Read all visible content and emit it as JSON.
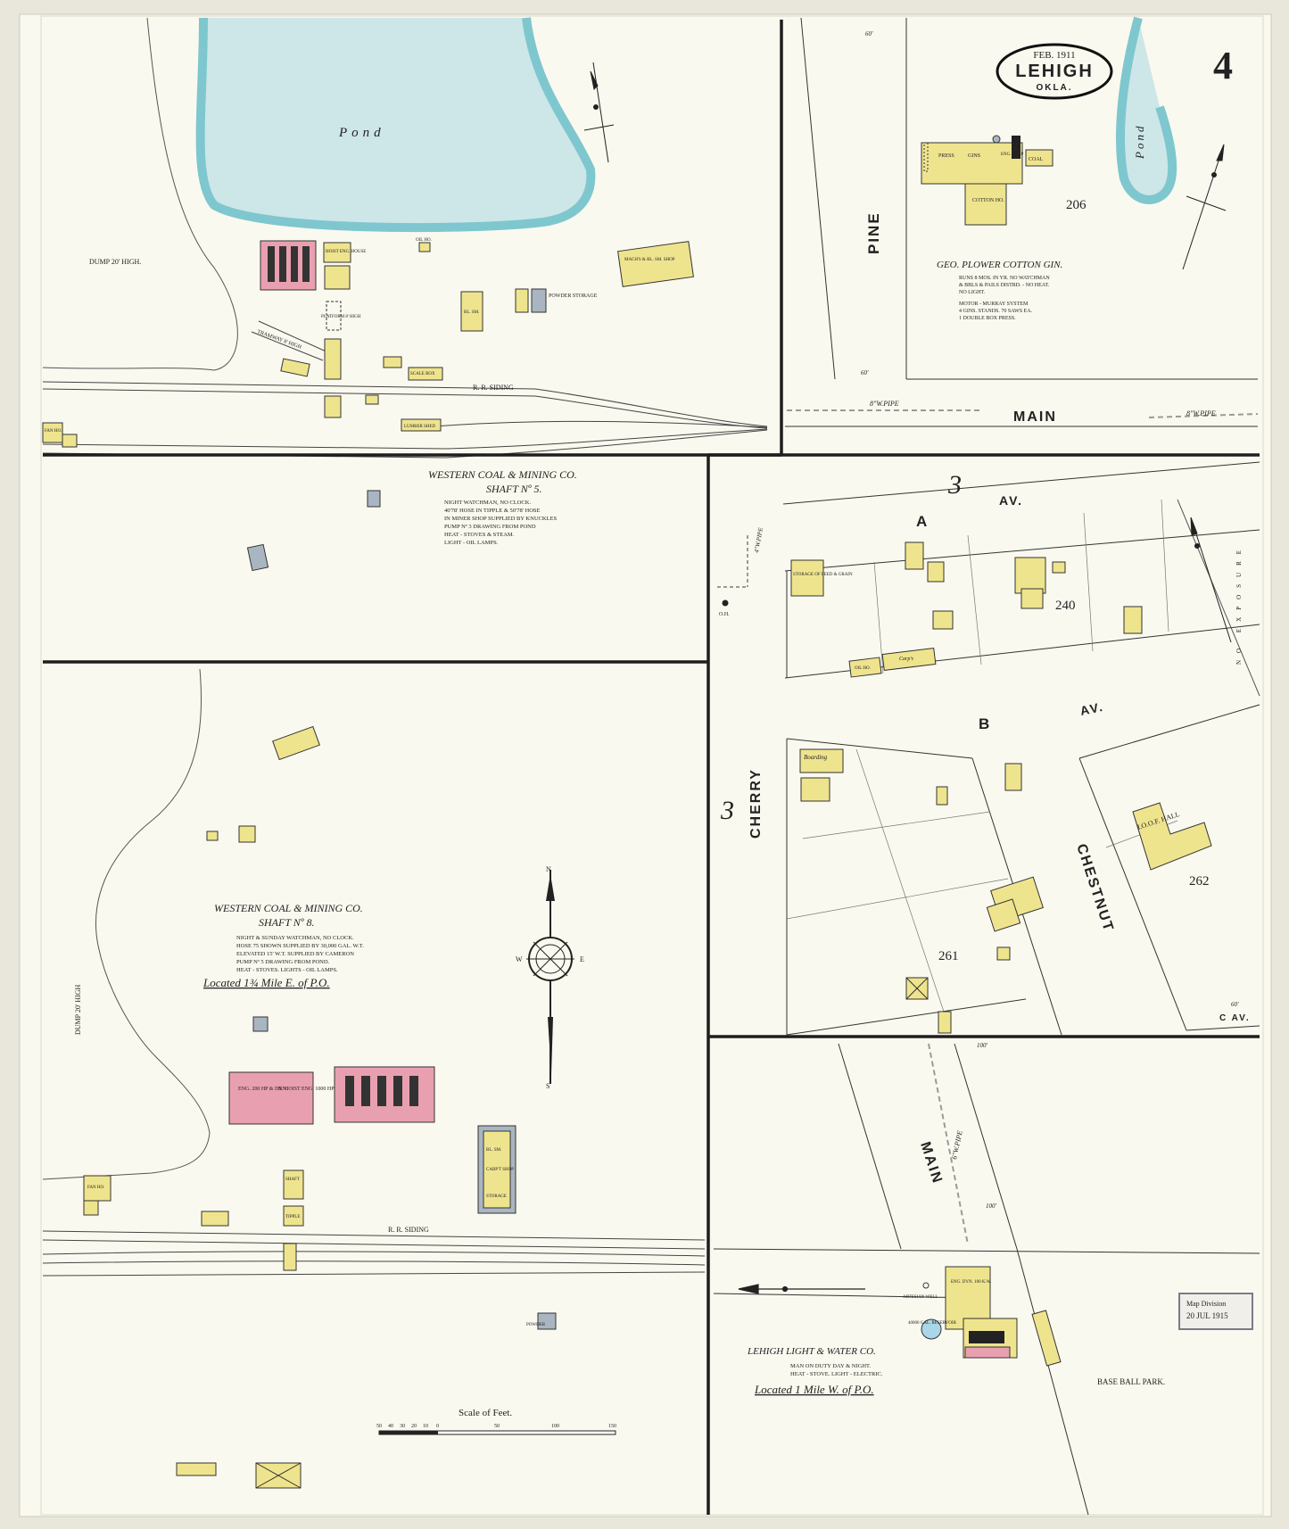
{
  "sheet": {
    "number": "4",
    "title_date": "FEB. 1911",
    "title_city": "LEHIGH",
    "title_state": "OKLA.",
    "map_division_stamp": "Map Division",
    "map_division_date": "20 JUL 1915"
  },
  "streets": {
    "pine": "PINE",
    "main_top": "MAIN",
    "a_ave_letter": "A",
    "a_ave_suffix": "AV.",
    "b_ave_letter": "B",
    "b_ave_suffix": "AV.",
    "c_ave": "C AV.",
    "cherry": "CHERRY",
    "chestnut": "CHESTNUT",
    "main_lower": "MAIN"
  },
  "water": {
    "pond_left": "Pond",
    "pond_right": "Pond"
  },
  "pipes": {
    "pipe_left": "8\"W.PIPE",
    "pipe_right": "8\"W.PIPE",
    "pipe_vertical": "4\"W.PIPE",
    "pipe_lower": "6\"W.PIPE"
  },
  "blocks": {
    "b206": "206",
    "b240": "240",
    "b261": "261",
    "b262": "262",
    "sheet_ref_1": "3",
    "sheet_ref_2": "3"
  },
  "shaft5": {
    "title_line1": "WESTERN COAL & MINING CO.",
    "title_line2": "SHAFT Nº 5.",
    "notes": [
      "NIGHT WATCHMAN, NO CLOCK.",
      "40'78' HOSE IN TIPPLE & 50'78' HOSE",
      "IN MINER SHOP SUPPLIED BY KNUCKLES",
      "PUMP Nº 3 DRAWING FROM POND",
      "HEAT - STOVES & STEAM.",
      "LIGHT - OIL LAMPS."
    ],
    "dump": "DUMP 20' HIGH.",
    "siding": "R. R. SIDING",
    "labels": {
      "hoist": "HOIST ENG. HOUSE",
      "powder": "POWDER STORAGE",
      "platform": "PLATFORM 8' HIGH",
      "tramway": "TRAMWAY 8' HIGH",
      "scale": "SCALE BOX",
      "lumber": "LUMBER SHED",
      "fan": "FAN HO.",
      "machine": "MACH'S & BL. SM. SHOP",
      "oil": "OIL HO.",
      "blacksmith": "BL. SM."
    }
  },
  "shaft8": {
    "title_line1": "WESTERN COAL & MINING CO.",
    "title_line2": "SHAFT Nº 8.",
    "notes": [
      "NIGHT & SUNDAY WATCHMAN, NO CLOCK.",
      "HOSE 75 SHOWN SUPPLIED BY 30,000 GAL. W.T.",
      "ELEVATED 15' W.T. SUPPLIED BY CAMERON",
      "PUMP Nº 5 DRAWING FROM POND.",
      "HEAT - STOVES. LIGHTS - OIL LAMPS."
    ],
    "located": "Located 1¾ Mile E. of P.O.",
    "dump": "DUMP 20' HIGH",
    "siding": "R. R. SIDING",
    "labels": {
      "engine": "ENG. 200 HP & DYN.",
      "hoist": "B. HOIST ENG. 1000 HP",
      "blacksmith": "BL. SM.",
      "carp": "CARP'T SHOP",
      "storage": "STORAGE",
      "fan": "FAN HO.",
      "powder": "POWDER",
      "shaft": "SHAFT",
      "tipple": "TIPPLE"
    }
  },
  "gin": {
    "title": "GEO. PLOWER COTTON GIN.",
    "notes": [
      "RUNS 8 MOS. IN YR. NO WATCHMAN",
      "& BBLS & PAILS DISTRD. - NO HEAT.",
      "NO LIGHT.",
      "MOTOR - MURRAY SYSTEM",
      "4 GINS. STANDS. 70 SAWS EA.",
      "1 DOUBLE BOX PRESS."
    ],
    "labels": {
      "press": "PRESS",
      "gins": "GINS",
      "cotton": "COTTON HO.",
      "coal": "COAL",
      "engine": "ENG. 35 HP"
    }
  },
  "town": {
    "boarding": "Boarding",
    "iof_hall": "I.O.O.F. HALL",
    "oil_ho": "OIL HO.",
    "carpt": "Carp'r.",
    "storage": "STORAGE OF FEED & GRAIN",
    "oh": "O.H.",
    "exposure": "NO EXPOSURE"
  },
  "light": {
    "title": "LEHIGH LIGHT & WATER CO.",
    "notes": [
      "MAN ON DUTY DAY & NIGHT.",
      "HEAT - STOVE. LIGHT - ELECTRIC."
    ],
    "located": "Located 1 Mile W. of P.O.",
    "artesian": "ARTESIAN WELL",
    "reservoir": "40000 GAL. RESERVOIR",
    "engine": "ENG. DYN. 100 K.W.",
    "baseball": "BASE BALL PARK."
  },
  "scale": {
    "title": "Scale of Feet.",
    "ticks": [
      "50",
      "40",
      "30",
      "20",
      "10",
      "0",
      "50",
      "100",
      "150"
    ]
  },
  "compass": {
    "n": "N",
    "s": "S",
    "e": "E",
    "w": "W"
  },
  "colors": {
    "paper": "#faf9ef",
    "frame": "#e9e6dc",
    "frame_line": "#1e1e1e",
    "dwelling": "#efe48e",
    "brick": "#e8a0b0",
    "stone": "#a9b6c2",
    "water": "#cde6e8",
    "water_edge": "#7ec7cf",
    "pipe": "#9a9a9a"
  },
  "icons": [
    "compass-rose-icon",
    "north-arrow-icon",
    "water-tank-icon",
    "well-icon"
  ]
}
